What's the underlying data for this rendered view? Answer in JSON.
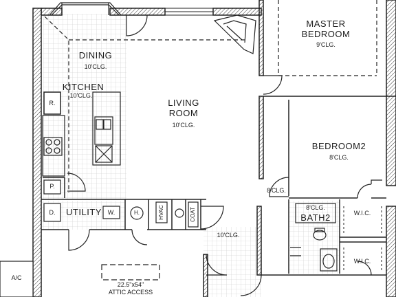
{
  "rooms": {
    "master": {
      "name_1": "MASTER",
      "name_2": "BEDROOM",
      "ceiling": "9'CLG."
    },
    "dining": {
      "name": "DINING",
      "ceiling": "10'CLG."
    },
    "kitchen": {
      "name": "KITCHEN",
      "ceiling": "10'CLG."
    },
    "living": {
      "name_1": "LIVING",
      "name_2": "ROOM",
      "ceiling": "10'CLG."
    },
    "bedroom2": {
      "name": "BEDROOM2",
      "ceiling": "8'CLG."
    },
    "hall": {
      "ceiling": "8'CLG."
    },
    "utility": {
      "name": "UTILITY"
    },
    "bath2": {
      "name": "BATH2",
      "ceiling": "8'CLG."
    },
    "wic_upper": {
      "name": "W.I.C."
    },
    "wic_lower": {
      "name": "W.I.C."
    },
    "entry": {
      "ceiling": "10'CLG."
    }
  },
  "fixtures": {
    "refrigerator": "R.",
    "pantry": "P.",
    "dryer": "D.",
    "washer": "W.",
    "water_heater": "H.",
    "hvac": "HVAC",
    "coat": "COAT",
    "ac": "A/C"
  },
  "attic": {
    "size": "22.5\"x54\"",
    "label": "ATTIC ACCESS"
  }
}
